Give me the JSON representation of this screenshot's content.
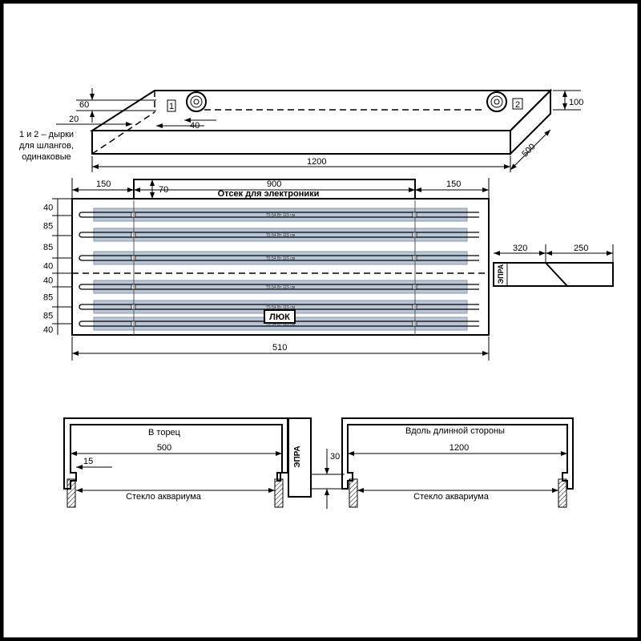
{
  "iso_view": {
    "dim_60": "60",
    "dim_20": "20",
    "dim_40": "40",
    "dim_100": "100",
    "dim_500": "500",
    "dim_1200": "1200",
    "hole_1": "1",
    "hole_2": "2",
    "note_line1": "1 и 2 – дырки",
    "note_line2": "для шлангов,",
    "note_line3": "одинаковые"
  },
  "plan_view": {
    "dim_left_150": "150",
    "dim_900": "900",
    "dim_right_150": "150",
    "dim_70": "70",
    "compartment_label": "Отсек для электроники",
    "row_dims": [
      "40",
      "85",
      "85",
      "40",
      "40",
      "85",
      "85",
      "40"
    ],
    "lamp_label": "T5 54 Вт 115 см",
    "lamps": [
      "T5 54 Вт 115 см",
      "T5 54 Вт 115 см",
      "T5 54 Вт 115 см",
      "T5 54 Вт 115 см",
      "T5 54 Вт 115 см",
      "T5 54 Вт 115 см"
    ],
    "hatch_label": "ЛЮК",
    "dim_510": "510",
    "lamp_fill": "#b9c6d8"
  },
  "side_view": {
    "dim_320": "320",
    "dim_250": "250",
    "ballast_label": "ЭПРА"
  },
  "sections": {
    "left_title": "В торец",
    "left_dim": "500",
    "dim_15": "15",
    "left_glass": "Стекло аквариума",
    "ballast_label": "ЭПРА",
    "dim_30": "30",
    "right_title": "Вдоль длинной стороны",
    "right_dim": "1200",
    "right_glass": "Стекло аквариума"
  }
}
